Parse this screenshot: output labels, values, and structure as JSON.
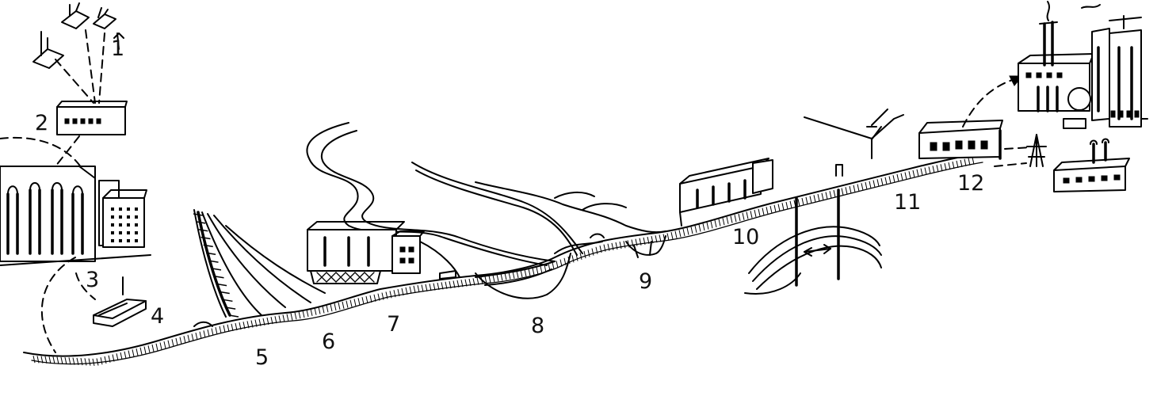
{
  "diagram": {
    "labels": {
      "n1": "1",
      "n2": "2",
      "n3": "3",
      "n4": "4",
      "n5": "5",
      "n6": "6",
      "n7": "7",
      "n8": "8",
      "n9": "9",
      "n10": "10",
      "n11": "11",
      "n12": "12"
    }
  }
}
